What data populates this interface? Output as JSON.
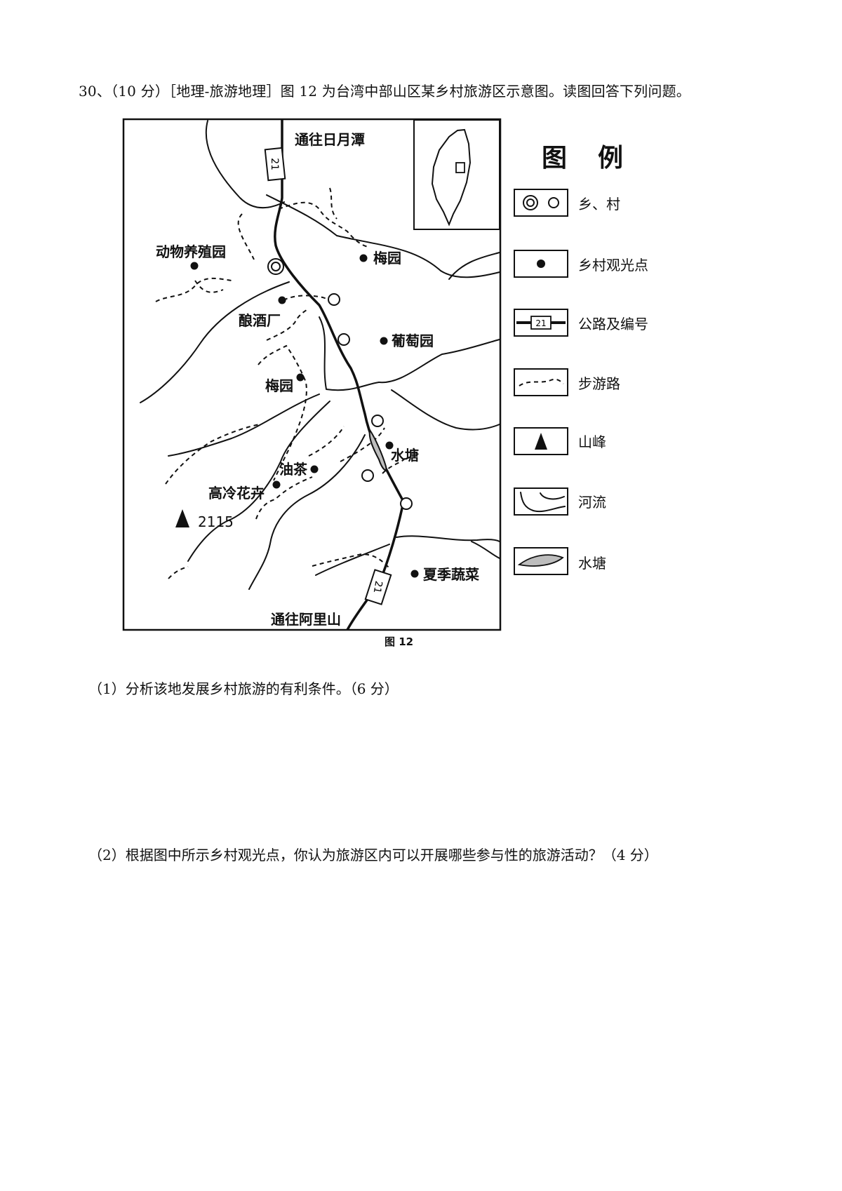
{
  "question": {
    "title": "30、（10 分）［地理-旅游地理］图 12 为台湾中部山区某乡村旅游区示意图。读图回答下列问题。",
    "sub_questions": [
      "（1）分析该地发展乡村旅游的有利条件。（6 分）",
      "（2）根据图中所示乡村观光点，你认为旅游区内可以开展哪些参与性的旅游活动？（4 分）"
    ]
  },
  "figure": {
    "caption": "图 12",
    "road_number": "21",
    "labels": {
      "to_north": "通往日月潭",
      "to_south": "通往阿里山",
      "animal_farm": "动物养殖园",
      "plum_garden_ne": "梅园",
      "brewery": "酿酒厂",
      "vineyard": "葡萄园",
      "plum_garden_w": "梅园",
      "pond": "水塘",
      "tea_oil": "油茶",
      "alpine_flowers": "高冷花卉",
      "peak_elevation": "2115",
      "summer_vegetables": "夏季蔬菜"
    }
  },
  "legend": {
    "title": "图　例",
    "items": [
      {
        "key": "town-village",
        "label": "乡、村"
      },
      {
        "key": "rural-sightseeing-spot",
        "label": "乡村观光点"
      },
      {
        "key": "highway-number",
        "label": "公路及编号"
      },
      {
        "key": "hiking-trail",
        "label": "步游路"
      },
      {
        "key": "mountain-peak",
        "label": "山峰"
      },
      {
        "key": "river",
        "label": "河流"
      },
      {
        "key": "pond",
        "label": "水塘"
      }
    ]
  },
  "colors": {
    "ink": "#111111",
    "pond_fill": "#bdbdbd"
  }
}
